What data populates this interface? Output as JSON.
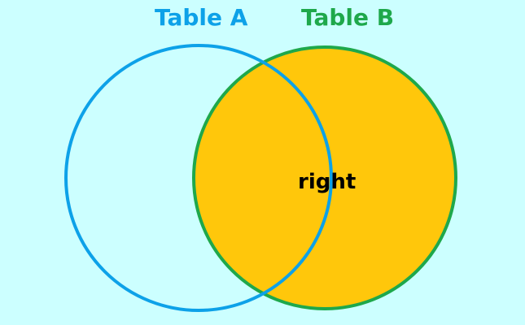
{
  "diagram": {
    "labels": {
      "table_a": "Table A",
      "table_b": "Table B",
      "center": "right"
    },
    "colors": {
      "background": "#ccffff",
      "table_a_outline": "#0da1e8",
      "table_a_label": "#0da1e8",
      "table_b_outline": "#1ea84b",
      "table_b_label": "#1ea84b",
      "table_b_fill": "#ffc70b"
    }
  }
}
